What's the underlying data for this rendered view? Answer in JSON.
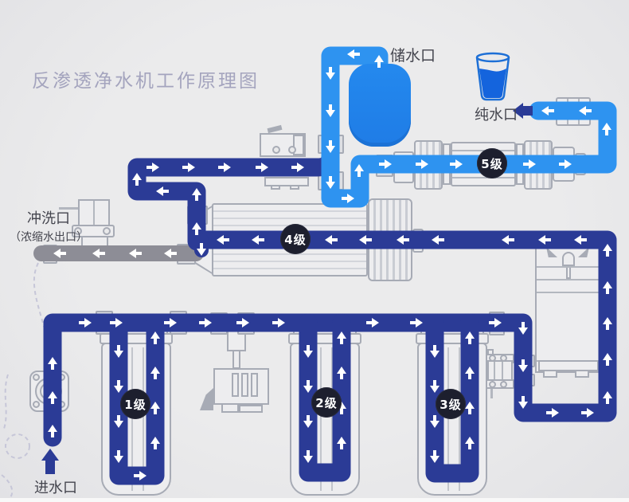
{
  "title": "反渗透净水机工作原理图",
  "labels": {
    "storage_port": "储水口",
    "pure_port": "纯水口",
    "flush_port": "冲洗口",
    "flush_port_sub": "（浓缩水出口）",
    "inlet_port": "进水口"
  },
  "stages": {
    "s1": "1级",
    "s2": "2级",
    "s3": "3级",
    "s4": "4级",
    "s5": "5级"
  },
  "colors": {
    "pure_water_blue": "#2e93f0",
    "feed_water_navy": "#2b3b96",
    "tank_blue": "#2184ea",
    "waste_gray": "#8d8d96",
    "badge_dark": "#1d1f2e",
    "background": "#e9e9ea",
    "outline_gray": "#a7abb5",
    "title_color": "#a4a4be"
  }
}
